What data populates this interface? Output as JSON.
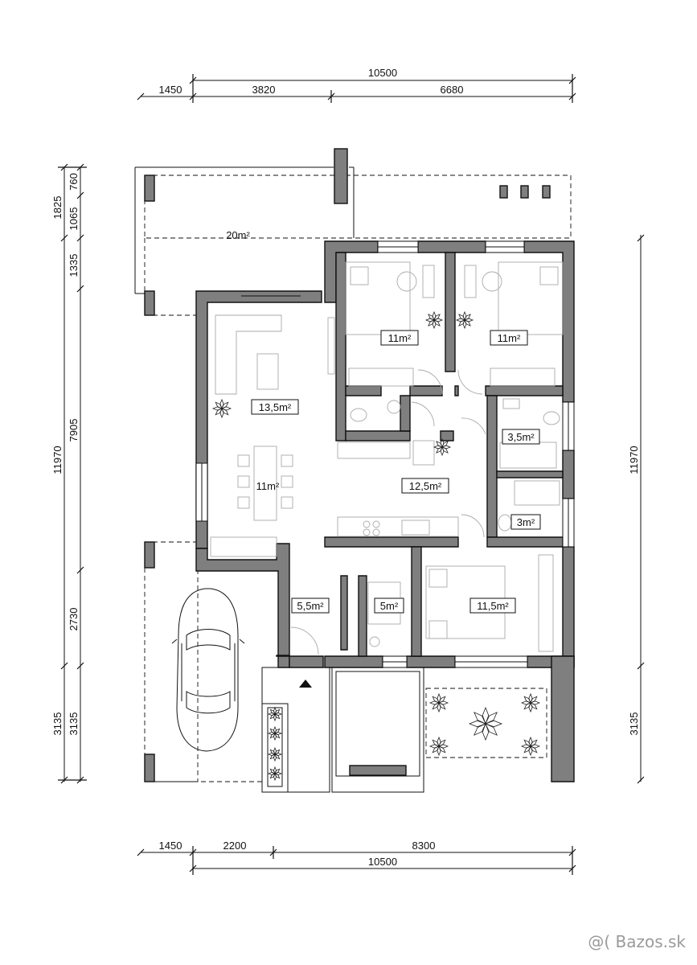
{
  "dimensions": {
    "top_total": "10500",
    "top_left": "1450",
    "top_mid": "3820",
    "top_right": "6680",
    "bottom_total": "10500",
    "bottom_left": "1450",
    "bottom_mid": "2200",
    "bottom_right": "8300",
    "left_outer_a": "1825",
    "left_outer_total": "11970",
    "left_outer_b": "3135",
    "left_inner_a": "760",
    "left_inner_b": "1065",
    "left_inner_c": "1335",
    "left_inner_d": "7905",
    "left_inner_e": "2730",
    "left_inner_f": "3135",
    "right_total": "11970",
    "right_bottom": "3135"
  },
  "rooms": {
    "terrace": "20m²",
    "living": "13,5m²",
    "dining": "11m²",
    "bedroom1": "11m²",
    "bedroom2": "11m²",
    "bathroom": "3,5m²",
    "wc": "3m²",
    "hall": "12,5m²",
    "entry": "5,5m²",
    "storage": "5m²",
    "master_bedroom": "11,5m²"
  },
  "watermark": "@( Bazos.sk"
}
